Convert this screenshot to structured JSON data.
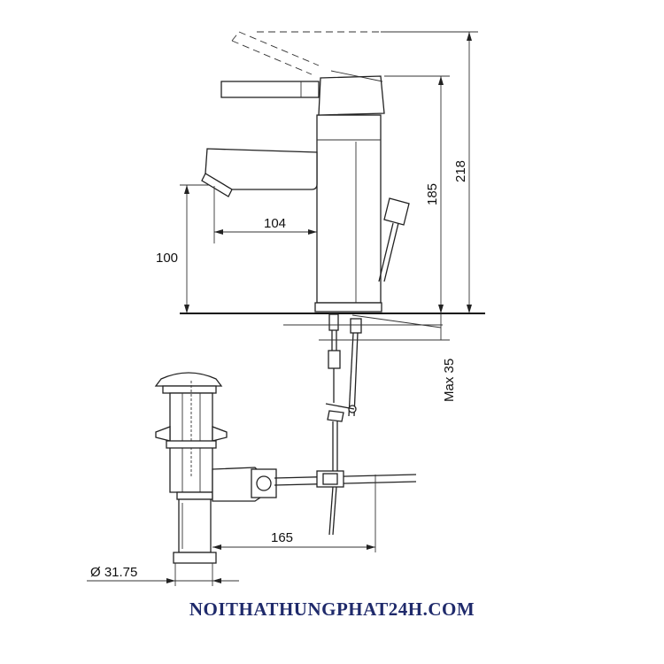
{
  "dimensions": {
    "spout_reach": "104",
    "spout_height": "100",
    "body_height": "185",
    "total_height": "218",
    "max_deck_thickness": "Max 35",
    "drain_offset": "165",
    "drain_diameter": "Ø 31.75"
  },
  "footer": {
    "website": "NOITHATHUNGPHAT24H.COM"
  },
  "colors": {
    "line": "#222222",
    "website_text": "#1f2a6b"
  }
}
